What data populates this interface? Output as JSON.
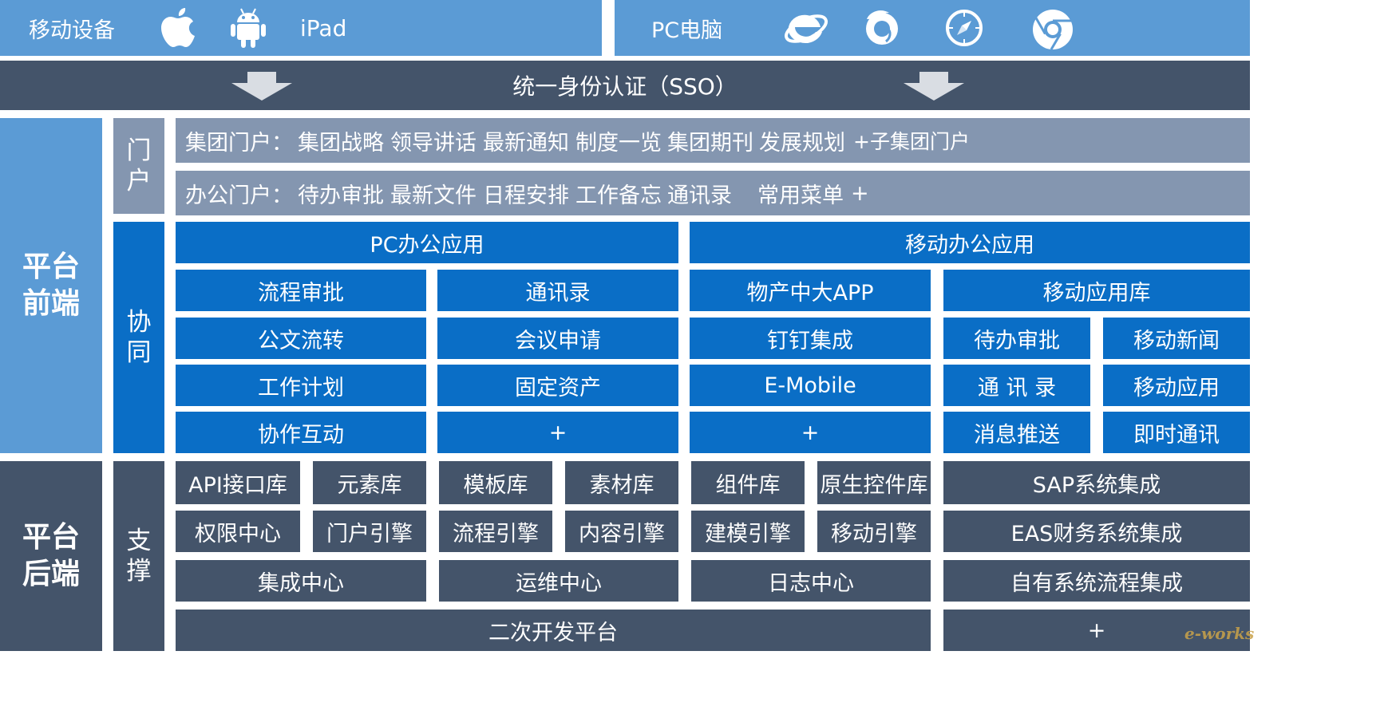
{
  "top": {
    "mobile_label": "移动设备",
    "ipad_label": "iPad",
    "pc_label": "PC电脑",
    "mobile_icons": [
      "apple-icon",
      "android-icon"
    ],
    "pc_icons": [
      "ie-icon",
      "firefox-icon",
      "safari-icon",
      "chrome-icon"
    ]
  },
  "sso": {
    "label": "统一身份认证（SSO）"
  },
  "sides": {
    "front": [
      "平台",
      "前端"
    ],
    "back": [
      "平台",
      "后端"
    ]
  },
  "sections": {
    "portal": [
      "门",
      "户"
    ],
    "collab": [
      "协",
      "同"
    ],
    "support": [
      "支",
      "撑"
    ]
  },
  "portal": {
    "group": {
      "label": "集团门户：",
      "items": [
        "集团战略",
        "领导讲话",
        "最新通知",
        "制度一览",
        "集团期刊",
        "发展规划",
        "+子集团门户"
      ]
    },
    "office": {
      "label": "办公门户：",
      "items": [
        "待办审批",
        "最新文件",
        "日程安排",
        "工作备忘",
        "通讯录",
        "常用菜单",
        "+"
      ]
    }
  },
  "collab": {
    "pc_header": "PC办公应用",
    "mobile_header": "移动办公应用",
    "pc_col1": [
      "流程审批",
      "公文流转",
      "工作计划",
      "协作互动"
    ],
    "pc_col2": [
      "通讯录",
      "会议申请",
      "固定资产",
      "+"
    ],
    "mobile_col1": [
      "物产中大APP",
      "钉钉集成",
      "E-Mobile",
      "+"
    ],
    "applib_header": "移动应用库",
    "applib_col1": [
      "待办审批",
      "通 讯 录",
      "消息推送"
    ],
    "applib_col2": [
      "移动新闻",
      "移动应用",
      "即时通讯"
    ]
  },
  "support": {
    "row1": [
      "API接口库",
      "元素库",
      "模板库",
      "素材库",
      "组件库",
      "原生控件库"
    ],
    "row2": [
      "权限中心",
      "门户引擎",
      "流程引擎",
      "内容引擎",
      "建模引擎",
      "移动引擎"
    ],
    "row3": [
      "集成中心",
      "运维中心",
      "日志中心"
    ],
    "dev_platform": "二次开发平台",
    "integration": [
      "SAP系统集成",
      "EAS财务系统集成",
      "自有系统流程集成",
      "+"
    ]
  },
  "watermark": "e-works",
  "colors": {
    "blue": "#0a6ec6",
    "light_blue": "#5b9bd5",
    "dark": "#44546a",
    "gray": "#8496b0"
  }
}
